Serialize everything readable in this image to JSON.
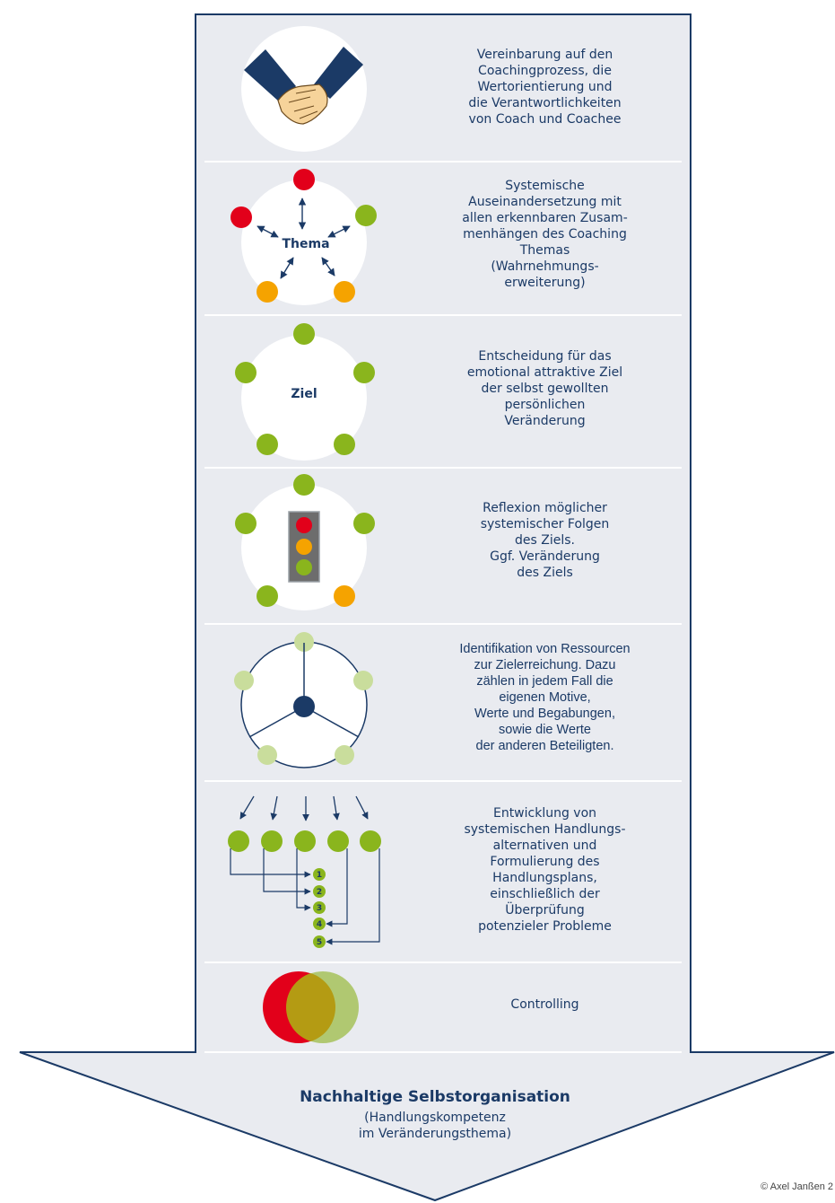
{
  "steps": [
    {
      "icon": "handshake-icon",
      "text": "Vereinbarung auf den\nCoachingprozess, die\nWertorientierung und\ndie Verantwortlichkeiten\nvon Coach und Coachee"
    },
    {
      "icon": "thema-network-icon",
      "label": "Thema",
      "text": "Systemische\nAuseinandersetzung mit\nallen erkennbaren Zusam-\nmenhängen des Coaching\nThemas\n(Wahrnehmungs-\nerweiterung)"
    },
    {
      "icon": "ziel-circle-icon",
      "label": "Ziel",
      "text": "Entscheidung für das\nemotional attraktive Ziel\nder selbst gewollten\npersönlichen\nVeränderung"
    },
    {
      "icon": "traffic-light-icon",
      "text": "Reflexion möglicher\nsystemischer Folgen\ndes Ziels.\nGgf. Veränderung\ndes Ziels"
    },
    {
      "icon": "steering-wheel-icon",
      "text": "Identifikation von Ressourcen\nzur Zielerreichung. Dazu\nzählen in jedem Fall die\neigenen Motive,\nWerte und Begabungen,\nsowie die Werte\nder anderen Beteiligten."
    },
    {
      "icon": "action-plan-icon",
      "numbers": [
        "1",
        "2",
        "3",
        "4",
        "5"
      ],
      "text": "Entwicklung von\nsystemischen Handlungs-\nalternativen und\nFormulierung des\nHandlungsplans,\neinschließlich der\nÜberprüfung\npotenzieler Probleme"
    },
    {
      "icon": "venn-overlap-icon",
      "text": "Controlling"
    }
  ],
  "result": {
    "title": "Nachhaltige Selbstorganisation",
    "subtitle": "(Handlungskompetenz\nim Veränderungsthema)"
  },
  "copyright": "© Axel Janßen 2",
  "colors": {
    "navy": "#1b3a66",
    "panel": "#e9ebf0",
    "red": "#e2001a",
    "orange": "#f5a300",
    "green": "#8ab51d",
    "light_green": "#c9dd9c"
  }
}
